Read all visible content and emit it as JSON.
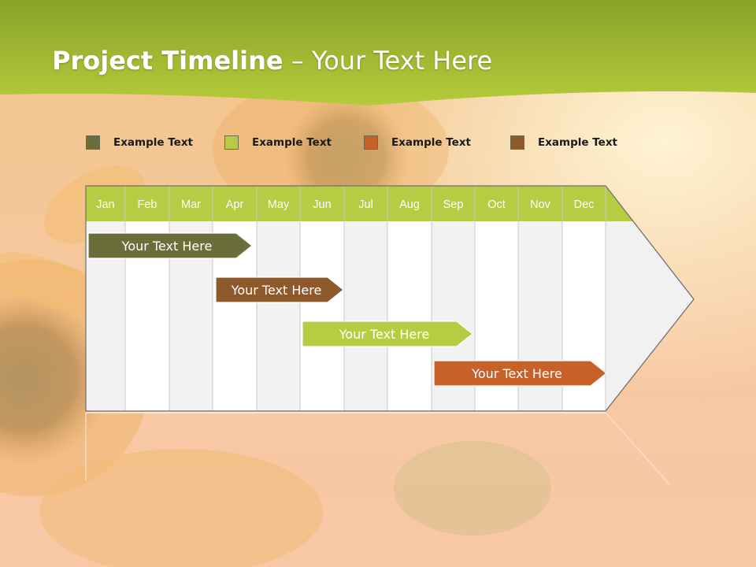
{
  "title": {
    "bold": "Project Timeline",
    "separator": " – ",
    "rest": "Your Text Here"
  },
  "colors": {
    "header_green": "#a6be32",
    "dark_olive": "#6b6e3a",
    "brown": "#8e5a2c",
    "light_green": "#b5cc43",
    "orange": "#c8602a"
  },
  "legend": [
    {
      "label": "Example Text",
      "color": "#6b6e3a"
    },
    {
      "label": "Example Text",
      "color": "#b5cc43"
    },
    {
      "label": "Example Text",
      "color": "#c8602a"
    },
    {
      "label": "Example Text",
      "color": "#8e5a2c"
    }
  ],
  "timeline": {
    "months": [
      "Jan",
      "Feb",
      "Mar",
      "Apr",
      "May",
      "Jun",
      "Jul",
      "Aug",
      "Sep",
      "Oct",
      "Nov",
      "Dec"
    ],
    "tasks": [
      {
        "label": "Your  Text Here",
        "start_month": "Jan",
        "end_month": "Apr",
        "color": "#6b6e3a"
      },
      {
        "label": "Your  Text Here",
        "start_month": "Apr",
        "end_month": "Jun",
        "color": "#8e5a2c"
      },
      {
        "label": "Your  Text Here",
        "start_month": "Jun",
        "end_month": "Sep",
        "color": "#b5cc43"
      },
      {
        "label": "Your  Text Here",
        "start_month": "Sep",
        "end_month": "Dec",
        "color": "#c8602a"
      }
    ]
  }
}
